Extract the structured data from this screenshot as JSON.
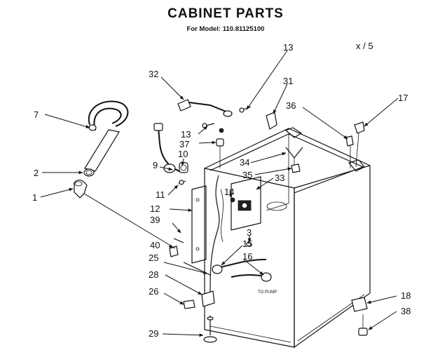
{
  "title": "CABINET PARTS",
  "subtitle": "For Model: 110.81125100",
  "page_mark": "x / 5",
  "pump_note": "TO PUMP",
  "labels": {
    "p1": "1",
    "p2": "2",
    "p3": "3",
    "p7": "7",
    "p9": "9",
    "p10": "10",
    "p11": "11",
    "p12": "12",
    "p13a": "13",
    "p13b": "13",
    "p14": "14",
    "p15": "15",
    "p16": "16",
    "p17": "17",
    "p18": "18",
    "p25": "25",
    "p26": "26",
    "p28": "28",
    "p29": "29",
    "p31": "31",
    "p32": "32",
    "p33": "33",
    "p34": "34",
    "p35": "35",
    "p36": "36",
    "p37": "37",
    "p38": "38",
    "p39": "39",
    "p40": "40"
  }
}
